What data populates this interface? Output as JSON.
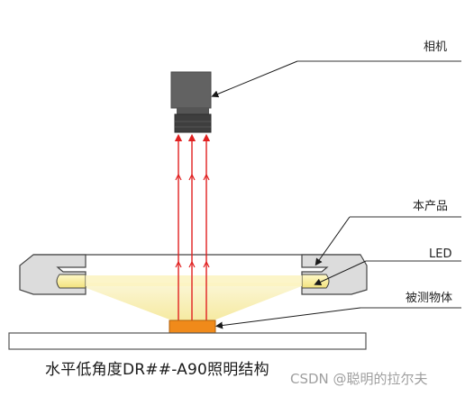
{
  "labels": {
    "camera": "相机",
    "product": "本产品",
    "led": "LED",
    "object": "被测物体"
  },
  "caption": "水平低角度DR##-A90照明结构",
  "watermark": "CSDN @聪明的拉尔夫",
  "colors": {
    "ray": "#e02020",
    "light": "#f7eeb0",
    "object": "#f08a1a",
    "ring": "#dcdcdc",
    "ring_outline": "#444444",
    "camera_body": "#606060",
    "camera_lens": "#3e3e3e"
  }
}
